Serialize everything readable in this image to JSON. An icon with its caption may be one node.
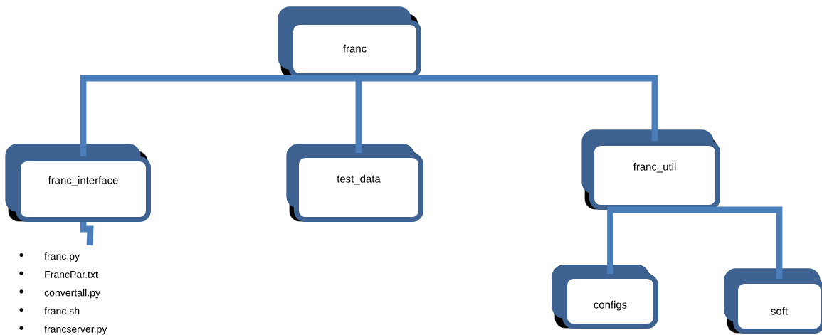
{
  "diagram": {
    "nodes": [
      {
        "text": [
          "franc"
        ]
      },
      {
        "text": [
          "franc_interface"
        ]
      },
      {
        "text": [
          "test_data"
        ]
      },
      {
        "text": [
          "franc_util"
        ]
      },
      {
        "text": [
          "configs"
        ]
      },
      {
        "text": [
          "soft"
        ]
      },
      {
        "text": [
          "franc.py",
          "FrancPar.txt",
          "convertall.py",
          "franc.sh",
          "francserver.py"
        ]
      }
    ],
    "edges": [
      {
        "from": 0,
        "to": 1,
        "arrow": "none"
      },
      {
        "from": 0,
        "to": 2,
        "arrow": "none"
      },
      {
        "from": 0,
        "to": 3,
        "arrow": "none"
      },
      {
        "from": 3,
        "to": 4,
        "arrow": "none"
      },
      {
        "from": 3,
        "to": 5,
        "arrow": "none"
      },
      {
        "from": 1,
        "to": 6,
        "arrow": "none"
      }
    ]
  }
}
